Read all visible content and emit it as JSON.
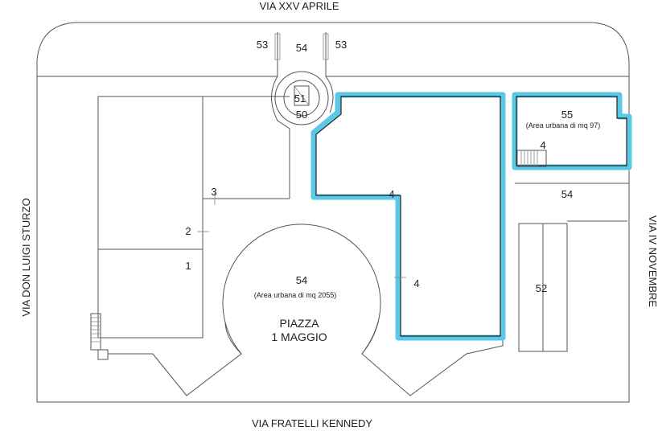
{
  "streets": {
    "north": "VIA XXV APRILE",
    "south": "VIA FRATELLI KENNEDY",
    "west": "VIA DON LUIGI STURZO",
    "east": "VIA IV NOVEMBRE"
  },
  "parcels": {
    "p53_left": "53",
    "p54_top": "54",
    "p53_right": "53",
    "p51": "51",
    "p50": "50",
    "p55": "55",
    "p55_note": "(Area urbana di mq 97)",
    "p4_small": "4",
    "p4_mid": "4",
    "p4_lower": "4",
    "p54_right": "54",
    "p3": "3",
    "p2": "2",
    "p1": "1",
    "p54_piazza": "54",
    "p54_piazza_note": "(Area urbana di mq 2055)",
    "p52": "52"
  },
  "piazza": {
    "line1": "PIAZZA",
    "line2": "1 MAGGIO"
  },
  "colors": {
    "highlight": "#5bc8e6",
    "line": "#555555"
  }
}
